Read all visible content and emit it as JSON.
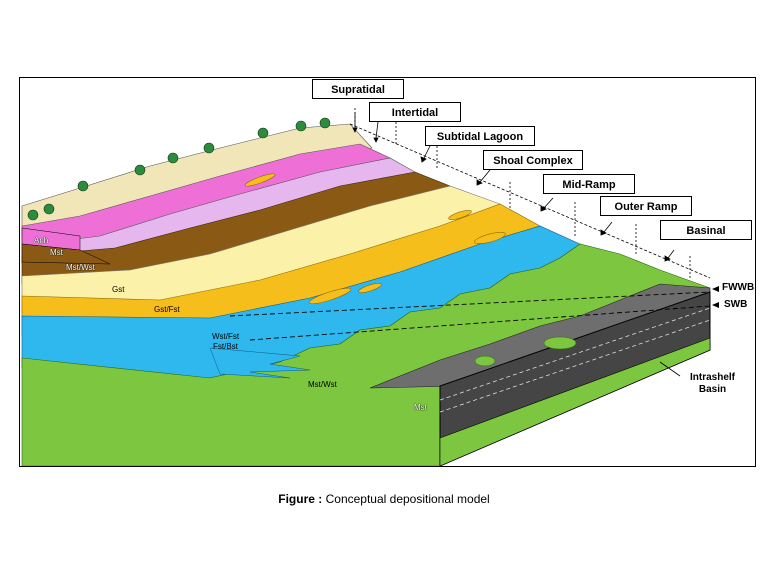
{
  "zones": [
    "Supratidal",
    "Intertidal",
    "Subtidal Lagoon",
    "Shoal Complex",
    "Mid-Ramp",
    "Outer Ramp",
    "Basinal"
  ],
  "facies": {
    "anh": "Anh",
    "mst_upper": "Mst",
    "mst_wst_upper": "Mst/Wst",
    "gst": "Gst",
    "gst_fst": "Gst/Fst",
    "wst_fst": "Wst/Fst",
    "fst_bst": "Fst/Bst",
    "mst_wst_lower": "Mst/Wst",
    "mst_lower": "Mst"
  },
  "side_labels": {
    "fwwb": "FWWB",
    "swb": "SWB",
    "intrashelf_basin": "Intrashelf\nBasin"
  },
  "caption": {
    "prefix": "Figure :",
    "text": " Conceptual depositional model"
  },
  "colors": {
    "sand": "#f1e6b8",
    "pink": "#ee6fd6",
    "lilac": "#e6b7ee",
    "brown": "#8a5a14",
    "pale_yellow": "#fbf1a8",
    "gold": "#f5be1b",
    "blue": "#2fb8ee",
    "green": "#7dc640",
    "grey": "#6e6e6e",
    "dark_grey": "#454545",
    "tree": "#2e8b3e"
  }
}
